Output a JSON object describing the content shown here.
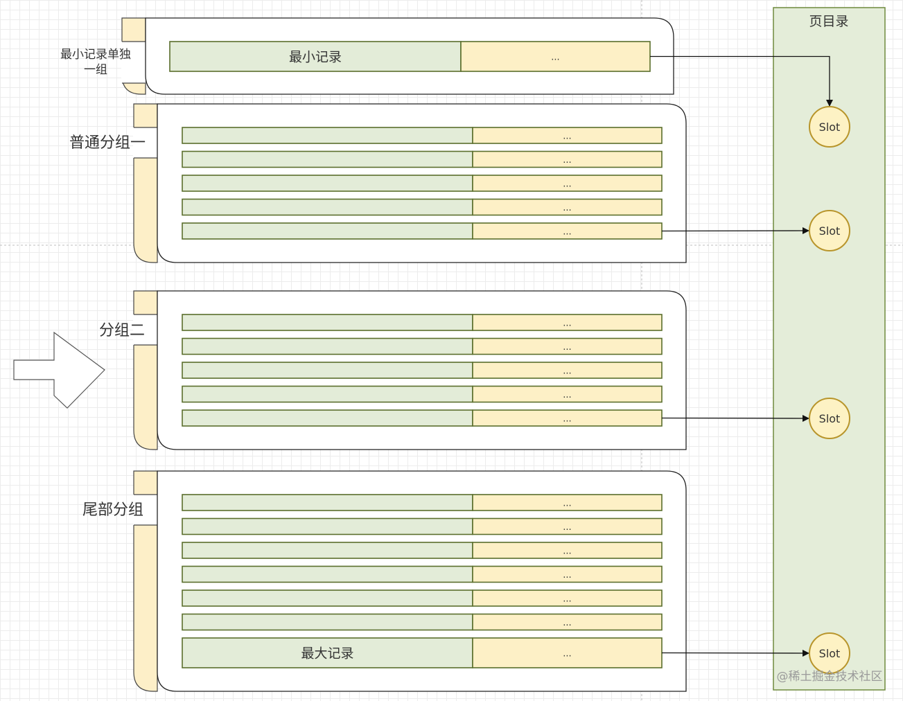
{
  "page_directory": {
    "title": "页目录"
  },
  "slot_label": "Slot",
  "slot_count": 4,
  "ellipsis": "...",
  "groups": [
    {
      "label": [
        "最小记录单独",
        "一组"
      ],
      "rows": [
        {
          "text": "最小记录"
        }
      ]
    },
    {
      "label": [
        "普通分组一"
      ],
      "rows": [
        {
          "text": ""
        },
        {
          "text": ""
        },
        {
          "text": ""
        },
        {
          "text": ""
        },
        {
          "text": ""
        }
      ]
    },
    {
      "label": [
        "分组二"
      ],
      "rows": [
        {
          "text": ""
        },
        {
          "text": ""
        },
        {
          "text": ""
        },
        {
          "text": ""
        },
        {
          "text": ""
        }
      ]
    },
    {
      "label": [
        "尾部分组"
      ],
      "rows": [
        {
          "text": ""
        },
        {
          "text": ""
        },
        {
          "text": ""
        },
        {
          "text": ""
        },
        {
          "text": ""
        },
        {
          "text": ""
        },
        {
          "text": "最大记录"
        }
      ]
    }
  ],
  "watermark": "@稀土掘金技术社区",
  "colors": {
    "record_green": "#e3ecd8",
    "record_yellow": "#fdf0c6",
    "record_border": "#5a6e2c",
    "directory_fill": "#e4edd9",
    "directory_border": "#6e8a3d",
    "slot_fill": "#fdf2c4",
    "slot_border": "#b8952b",
    "group_tab": "#fdefc8"
  }
}
